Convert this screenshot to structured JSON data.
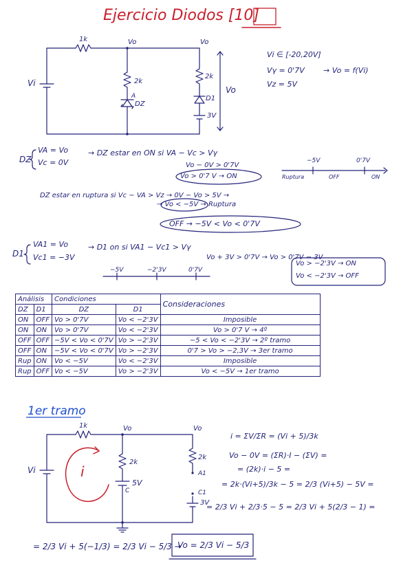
{
  "title": "Ejercicio Diodos [10]",
  "circuit1": {
    "r1": "1k",
    "vo_top": "Vo",
    "vo_right": "Vo",
    "vi": "Vi",
    "r2": "2k",
    "node_a": "A",
    "dz": "DZ",
    "r3": "2k",
    "d1": "D1",
    "src3": "3V",
    "vo_side": "Vo"
  },
  "givens": [
    "Vi ∈ [-20,20V]",
    "Vγ = 0'7V",
    "Vz = 5V"
  ],
  "givens_arrow": "→ Vo = f(Vi)",
  "dz_analysis": {
    "brace_label": "DZ",
    "va": "VA = Vo",
    "vc": "Vc = 0V",
    "on_text": "→ DZ estar en ON si VA − Vc > Vγ",
    "step": "Vo − 0V > 0'7V",
    "on_result": "Vo > 0'7 V → ON",
    "breakdown_text": "DZ estar en ruptura si Vc − VA > Vz → 0V − Vo > 5V →",
    "breakdown_result": "→ Vo < −5V → Ruptura",
    "off_result": "OFF → −5V < Vo < 0'7V"
  },
  "numberline1": {
    "ticks": [
      "−5V",
      "0'7V"
    ],
    "regions": [
      "Ruptura",
      "OFF",
      "ON"
    ]
  },
  "d1_analysis": {
    "brace_label": "D1",
    "va": "VA1 = Vo",
    "vc": "Vc1 = −3V",
    "on_text": "→ D1 on si VA1 − Vc1 > Vγ",
    "step": "Vo + 3V > 0'7V → Vo > 0'7V − 3V",
    "box_line1": "Vo > −2'3V → ON",
    "box_line2": "Vo < −2'3V → OFF"
  },
  "numberline2": {
    "ticks": [
      "−5V",
      "−2'3V",
      "0'7V"
    ]
  },
  "table": {
    "h_analysis": "Análisis",
    "h_conditions": "Condiciones",
    "h_considerations": "Consideraciones",
    "sub": [
      "DZ",
      "D1",
      "DZ",
      "D1"
    ],
    "rows": [
      [
        "ON",
        "OFF",
        "Vo > 0'7V",
        "Vo < −2'3V",
        "Imposible"
      ],
      [
        "ON",
        "ON",
        "Vo > 0'7V",
        "Vo < −2'3V",
        "Vo > 0'7 V → 4º"
      ],
      [
        "OFF",
        "OFF",
        "−5V < Vo < 0'7V",
        "Vo > −2'3V",
        "−5 < Vo < −2'3V → 2º tramo"
      ],
      [
        "OFF",
        "ON",
        "−5V < Vo < 0'7V",
        "Vo > −2'3V",
        "0'7 > Vo > −2,3V → 3er tramo"
      ],
      [
        "Rup",
        "ON",
        "Vo < −5V",
        "Vo < −2'3V",
        "Imposible"
      ],
      [
        "Rup",
        "OFF",
        "Vo < −5V",
        "Vo > −2'3V",
        "Vo < −5V → 1er tramo"
      ]
    ]
  },
  "section_title": "1er tramo",
  "circuit2": {
    "r1": "1k",
    "vo_top": "Vo",
    "vo_right": "Vo",
    "vi": "Vi",
    "current": "i",
    "r2": "2k",
    "src5": "5V",
    "node_c": "C",
    "r3": "2k",
    "node_a1": "A1",
    "node_c1": "C1",
    "src3": "3V"
  },
  "derivation": [
    "i = ΣV/ΣR = (Vi + 5)/3k",
    "Vo − 0V = (ΣR)·I − (ΣV) =",
    "= (2k)·i − 5 =",
    "= 2k·(Vi+5)/3k − 5 = 2/3 (Vi+5) − 5V =",
    "= 2/3 Vi + 2/3·5 − 5 = 2/3 Vi + 5(2/3 − 1) ="
  ],
  "final_line": "= 2/3 Vi + 5(−1/3) = 2/3 Vi − 5/3 →",
  "final_result": "Vo = 2/3 Vi − 5/3"
}
